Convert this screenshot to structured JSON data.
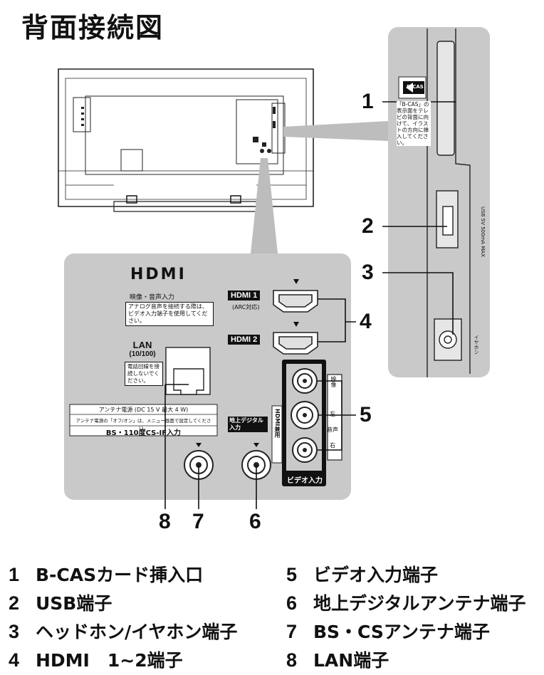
{
  "title": "背面接続図",
  "callouts": [
    "1",
    "2",
    "3",
    "4",
    "5",
    "6",
    "7",
    "8"
  ],
  "panel": {
    "hdmi_logo": "HDMI",
    "av_input_label": "映像・音声入力",
    "av_note": "アナログ音声を接続する際は、ビデオ入力端子を使用してください。",
    "hdmi1": "HDMI 1",
    "hdmi1_arc": "(ARC対応)",
    "hdmi2": "HDMI 2",
    "lan_title": "LAN",
    "lan_sub": "(10/100)",
    "lan_note": "電話回線を接続しないでください。",
    "antenna_power": "アンテナ電源 (DC 15 V 最大 4 W)",
    "antenna_note": "アンテナ電源の「オフ/オン」は、メニュー画面で設定してください。",
    "bs_label": "BS・110度CS-IF入力",
    "terrestrial_label": "地上デジタル入力",
    "hdmi_shared": "HDMI兼用",
    "video_in": "ビデオ入力",
    "video_short": "映像",
    "audio": "音声",
    "audio_left": "左",
    "audio_right": "右"
  },
  "side": {
    "bcas": "B-CAS",
    "bcas_note": "「B-CAS」の表示面をテレビの背面に向けて、イラストの方向に挿入してください。",
    "usb": "USB",
    "usb_spec": "5V 500mA MAX",
    "headphone": "イヤホン"
  },
  "legend": [
    {
      "num": "1",
      "text": "B-CASカード挿入口"
    },
    {
      "num": "2",
      "text": "USB端子"
    },
    {
      "num": "3",
      "text": "ヘッドホン/イヤホン端子"
    },
    {
      "num": "4",
      "text": "HDMI　1~2端子"
    },
    {
      "num": "5",
      "text": "ビデオ入力端子"
    },
    {
      "num": "6",
      "text": "地上デジタルアンテナ端子"
    },
    {
      "num": "7",
      "text": "BS・CSアンテナ端子"
    },
    {
      "num": "8",
      "text": "LAN端子"
    }
  ]
}
